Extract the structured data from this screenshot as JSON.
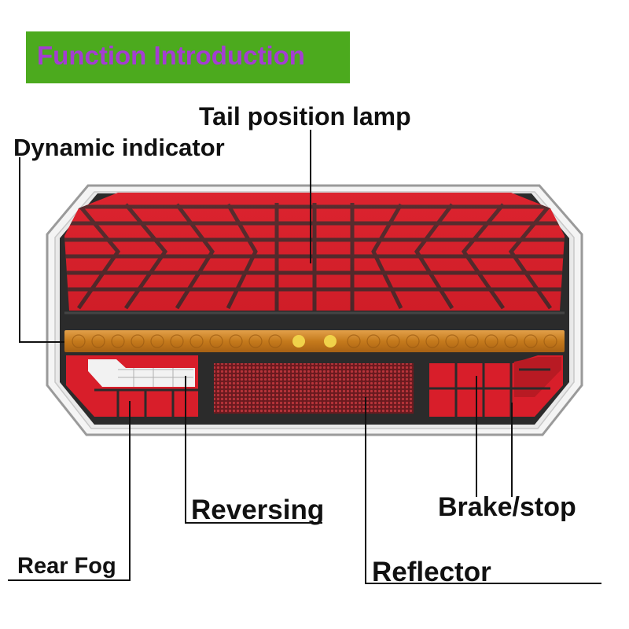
{
  "title": "Function Introduction",
  "labels": {
    "tail_position_lamp": "Tail position lamp",
    "dynamic_indicator": "Dynamic indicator",
    "reversing": "Reversing",
    "brake_stop": "Brake/stop",
    "rear_fog": "Rear Fog",
    "reflector": "Reflector"
  },
  "colors": {
    "title_bg": "#4caa1e",
    "title_text": "#a43dd2",
    "lamp_red": "#d81e2a",
    "lamp_amber": "#d38a1c",
    "housing": "#2b2b2b",
    "leader_line": "#111111"
  }
}
